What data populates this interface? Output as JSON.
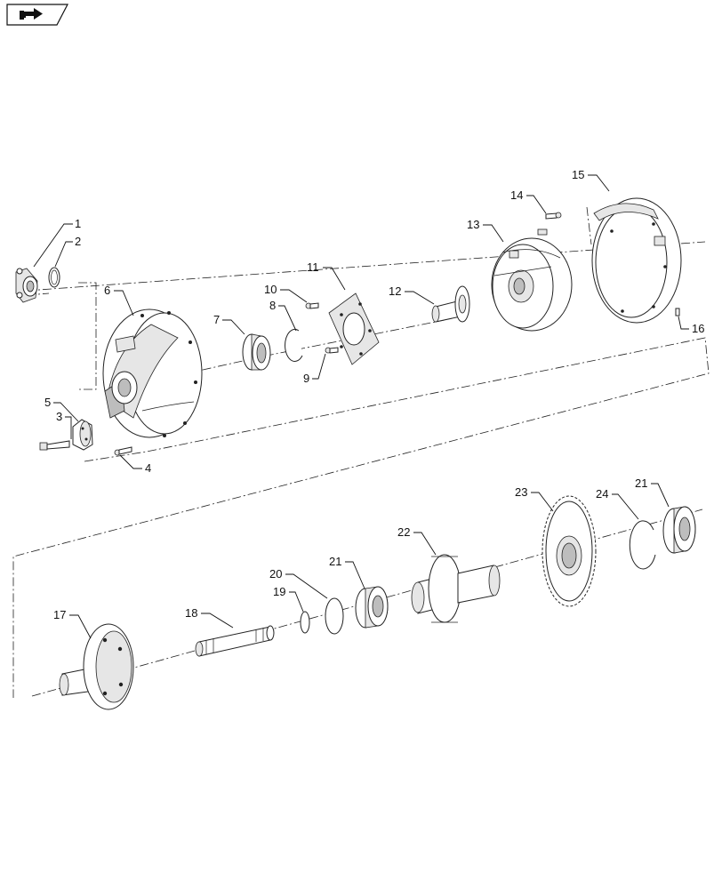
{
  "nav_icon": {
    "name": "page-navigation-icon"
  },
  "callouts": [
    {
      "id": "1",
      "text": "1"
    },
    {
      "id": "2",
      "text": "2"
    },
    {
      "id": "3",
      "text": "3"
    },
    {
      "id": "4",
      "text": "4"
    },
    {
      "id": "5",
      "text": "5"
    },
    {
      "id": "6",
      "text": "6"
    },
    {
      "id": "7",
      "text": "7"
    },
    {
      "id": "8",
      "text": "8"
    },
    {
      "id": "9",
      "text": "9"
    },
    {
      "id": "10",
      "text": "10"
    },
    {
      "id": "11",
      "text": "11"
    },
    {
      "id": "12",
      "text": "12"
    },
    {
      "id": "13",
      "text": "13"
    },
    {
      "id": "14",
      "text": "14"
    },
    {
      "id": "15",
      "text": "15"
    },
    {
      "id": "16",
      "text": "16"
    },
    {
      "id": "17",
      "text": "17"
    },
    {
      "id": "18",
      "text": "18"
    },
    {
      "id": "19",
      "text": "19"
    },
    {
      "id": "20",
      "text": "20"
    },
    {
      "id": "21a",
      "text": "21"
    },
    {
      "id": "21b",
      "text": "21"
    },
    {
      "id": "22",
      "text": "22"
    },
    {
      "id": "23",
      "text": "23"
    },
    {
      "id": "24",
      "text": "24"
    }
  ]
}
